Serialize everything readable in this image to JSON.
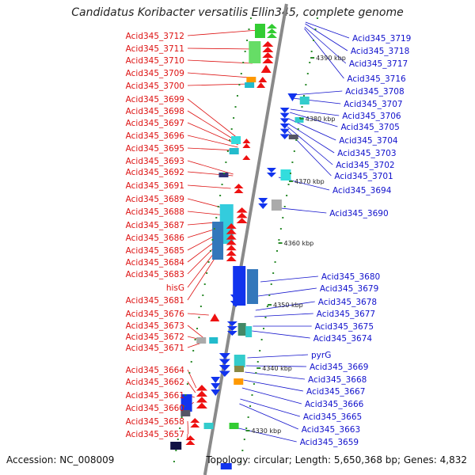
{
  "title": "Candidatus Koribacter versatilis Ellin345, complete genome",
  "footer": {
    "accession": "Accession: NC_008009",
    "info": "Topology: circular; Length: 5,650,368 bp; Genes: 4,832"
  },
  "colors": {
    "reverse_label": "#dd1111",
    "forward_label": "#1111cc",
    "backbone": "#8a8a8a",
    "tick": "#2a8a2a"
  },
  "ticks": [
    "4390 kbp",
    "4380 kbp",
    "4370 kbp",
    "4360 kbp",
    "4350 kbp",
    "4340 kbp",
    "4330 kbp"
  ],
  "reverse_labels": [
    "Acid345_3712",
    "Acid345_3711",
    "Acid345_3710",
    "Acid345_3709",
    "Acid345_3700",
    "Acid345_3699",
    "Acid345_3698",
    "Acid345_3697",
    "Acid345_3696",
    "Acid345_3695",
    "Acid345_3693",
    "Acid345_3692",
    "Acid345_3691",
    "Acid345_3689",
    "Acid345_3688",
    "Acid345_3687",
    "Acid345_3686",
    "Acid345_3685",
    "Acid345_3684",
    "Acid345_3683",
    "hisG",
    "Acid345_3681",
    "Acid345_3676",
    "Acid345_3673",
    "Acid345_3672",
    "Acid345_3671",
    "Acid345_3664",
    "Acid345_3662",
    "Acid345_3661",
    "Acid345_3660",
    "Acid345_3658",
    "Acid345_3657"
  ],
  "forward_labels": [
    "Acid345_3719",
    "Acid345_3718",
    "Acid345_3717",
    "Acid345_3716",
    "Acid345_3708",
    "Acid345_3707",
    "Acid345_3706",
    "Acid345_3705",
    "Acid345_3704",
    "Acid345_3703",
    "Acid345_3702",
    "Acid345_3701",
    "Acid345_3694",
    "Acid345_3690",
    "Acid345_3680",
    "Acid345_3679",
    "Acid345_3678",
    "Acid345_3677",
    "Acid345_3675",
    "Acid345_3674",
    "pyrG",
    "Acid345_3669",
    "Acid345_3668",
    "Acid345_3667",
    "Acid345_3666",
    "Acid345_3665",
    "Acid345_3663",
    "Acid345_3659"
  ]
}
